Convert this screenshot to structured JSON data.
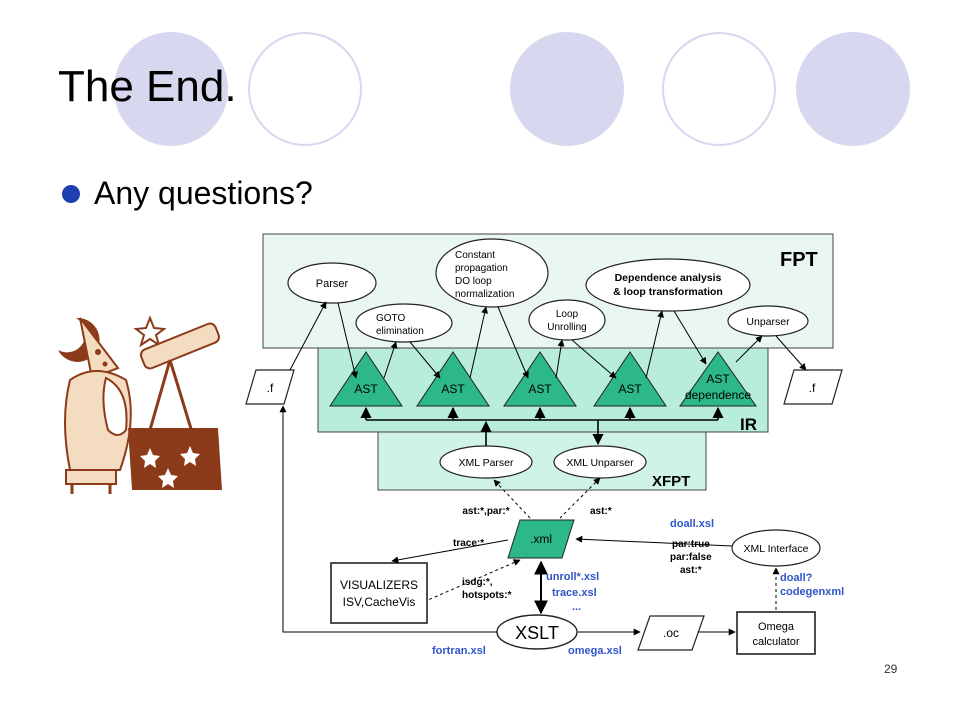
{
  "slide": {
    "title": "The End.",
    "bullet": "Any questions?",
    "page_number": "29"
  },
  "colors": {
    "decor_circle": "#d7d7ef",
    "bullet": "#1e3fb0",
    "fpt_bg": "#eaf6f2",
    "ir_bg": "#b8ecdc",
    "xfpt_bg": "#d0f3e8",
    "ast_fill": "#2db887",
    "xsl_blue": "#2f55c8"
  },
  "diagram": {
    "regions": {
      "fpt": "FPT",
      "ir": "IR",
      "xfpt": "XFPT"
    },
    "fpt_nodes": {
      "parser": "Parser",
      "goto": [
        "GOTO",
        "elimination"
      ],
      "constant": [
        "Constant",
        "propagation",
        "DO loop",
        "normalization"
      ],
      "loop": [
        "Loop",
        "Unrolling"
      ],
      "dependence": [
        "Dependence analysis",
        "& loop transformation"
      ],
      "unparser": "Unparser"
    },
    "file_f_in": ".f",
    "file_f_out": ".f",
    "ast_labels": [
      "AST",
      "AST",
      "AST",
      "AST"
    ],
    "ast_dep": [
      "AST",
      "dependence"
    ],
    "xml_parser": "XML Parser",
    "xml_unparser": "XML Unparser",
    "xml_file": ".xml",
    "xml_interface": "XML Interface",
    "visualizers": [
      "VISUALIZERS",
      "ISV,CacheVis"
    ],
    "xslt": "XSLT",
    "oc_file": ".oc",
    "omega": [
      "Omega",
      "calculator"
    ],
    "edge_labels": {
      "ast_par": "ast:*,par:*",
      "ast_star": "ast:*",
      "trace": "trace:*",
      "isdg": [
        "isdg:*,",
        "hotspots:*"
      ],
      "par_true": [
        "par:true",
        "par:false",
        "ast:*"
      ]
    },
    "xsl_labels": {
      "doall": "doall.xsl",
      "unroll": [
        "unroll*.xsl",
        "trace.xsl",
        "..."
      ],
      "fortran": "fortran.xsl",
      "omega": "omega.xsl",
      "doall_q": [
        "doall?",
        "codegenxml"
      ]
    }
  }
}
